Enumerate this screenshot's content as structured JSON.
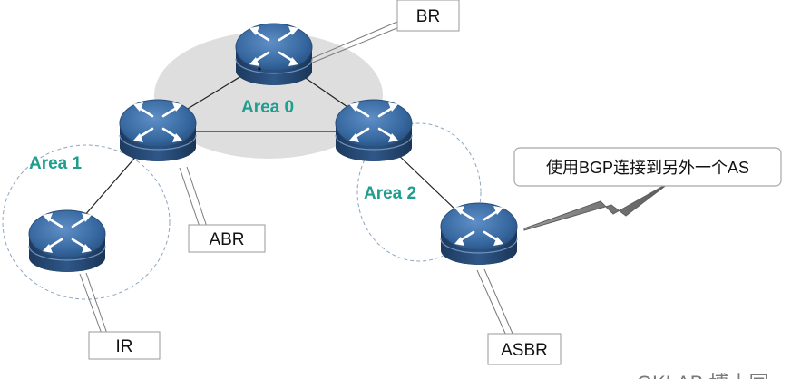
{
  "diagram": {
    "areas": {
      "area0": "Area 0",
      "area1": "Area 1",
      "area2": "Area 2"
    },
    "callouts": {
      "br": "BR",
      "abr": "ABR",
      "ir": "IR",
      "asbr": "ASBR"
    },
    "bgp_note": "使用BGP连接到另外一个AS",
    "watermark": "QKLAB 博士同",
    "colors": {
      "area_label": "#1f9e8f",
      "router_body": "#2c4f7c",
      "router_top": "#3e6da3",
      "area0_fill": "#dedede",
      "lightning": "#6f6f6f"
    },
    "icons": [
      "router-icon",
      "lightning-icon"
    ]
  }
}
